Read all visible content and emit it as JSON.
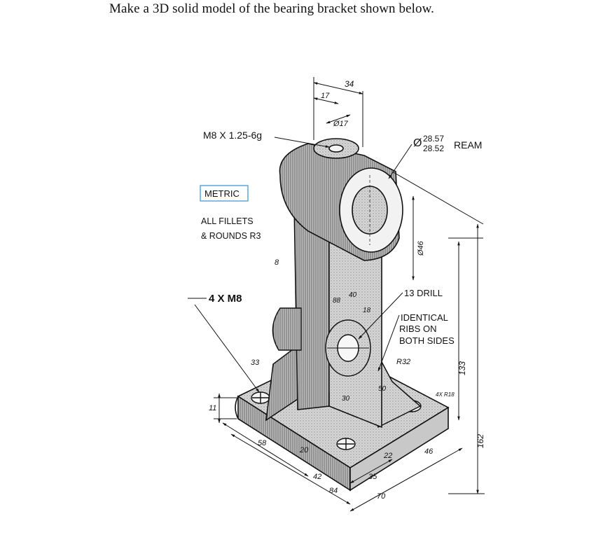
{
  "title": "Make a 3D solid model of the bearing bracket shown below.",
  "notes": {
    "thread_top": "M8 X 1.25-6g",
    "units_box": "METRIC",
    "fillets_line1": "ALL FILLETS",
    "fillets_line2": "& ROUNDS R3",
    "holes_base": "4 X M8",
    "ream_upper": "28.57",
    "ream_lower": "28.52",
    "ream_word": "REAM",
    "drill": "13 DRILL",
    "ribs_line1": "IDENTICAL",
    "ribs_line2": "RIBS ON",
    "ribs_line3": "BOTH SIDES"
  },
  "dims": {
    "d34": "34",
    "d17": "17",
    "d_phi17": "Ø17",
    "d8": "8",
    "d_phi46": "Ø46",
    "d88": "88",
    "d40": "40",
    "d18": "18",
    "d33": "33",
    "d11": "11",
    "d58": "58",
    "d20": "20",
    "d84": "84",
    "d42": "42",
    "d35": "35",
    "d70": "70",
    "d22": "22",
    "d46": "46",
    "d_r18": "4X R18",
    "d133": "133",
    "d162": "162",
    "d_r32": "R32",
    "d30": "30",
    "d50": "50"
  }
}
